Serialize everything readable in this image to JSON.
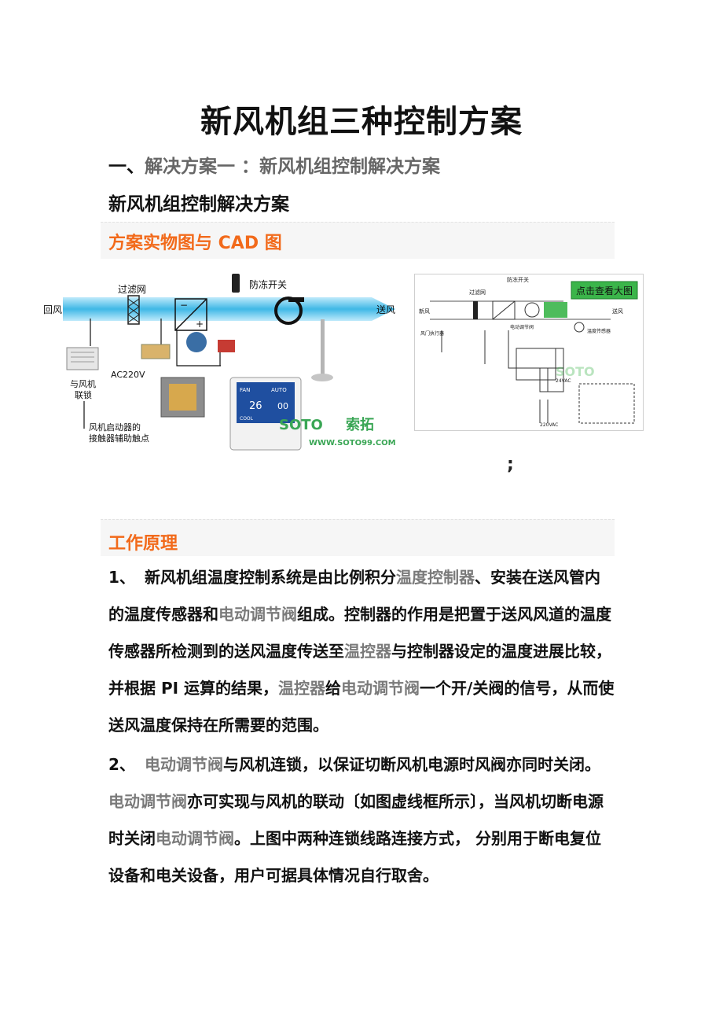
{
  "doc": {
    "title": "新风机组三种控制方案",
    "section1": {
      "prefix": "一、",
      "link_text": "解决方案一 ：新风机组控制解决方案"
    },
    "subtitle": "新风机组控制解决方案",
    "band1_label": "方案实物图与 CAD 图",
    "semicolon": ";",
    "band2_label": "工作原理"
  },
  "photo_diagram": {
    "return_air": "回风",
    "filter": "过滤网",
    "antifreeze_switch": "防冻开关",
    "supply_air": "送风",
    "interlock": "与风机联锁",
    "interlock_l1": "与风机",
    "interlock_l2": "联锁",
    "ac_voltage": "AC220V",
    "starter_l1": "风机启动器的",
    "starter_l2": "接触器辅助触点",
    "thermostat_mode1": "FAN",
    "thermostat_mode2": "AUTO",
    "thermostat_temp": "26",
    "thermostat_temp2": "00",
    "thermostat_cool": "COOL",
    "brand_logo": "SOTO",
    "brand_cn": "索拓",
    "brand_url": "WWW.SOTO99.COM"
  },
  "cad_diagram": {
    "button": "点击查看大图",
    "fresh_air": "新风",
    "supply_air": "送风",
    "filter": "过滤网",
    "antifreeze": "防冻开关",
    "damper": "风门执行器",
    "valve": "电动调节阀",
    "sensor": "温度传感器",
    "voltage_24": "24VAC",
    "voltage_220": "220VAC"
  },
  "content": {
    "p1": [
      {
        "t": "1、",
        "num": true
      },
      {
        "t": "新风机组温度控制系统是由比例积分"
      },
      {
        "t": "温度控制器",
        "g": true
      },
      {
        "t": "、安装在送风管内的温度传感器和"
      },
      {
        "t": "电动调节阀",
        "g": true
      },
      {
        "t": "组成。控制器的作用是把置于送风风道的温度传感器所检测到的送风温度传送至"
      },
      {
        "t": "温控器",
        "g": true
      },
      {
        "t": "与控制器设定的温度进展比较，并根据 PI 运算的结果，"
      },
      {
        "t": "温控器",
        "g": true
      },
      {
        "t": "给"
      },
      {
        "t": "电动调节阀",
        "g": true
      },
      {
        "t": "一个开/关阀的信号，从而使送风温度保持在所需要的范围。"
      }
    ],
    "p2": [
      {
        "t": "2、",
        "num": true
      },
      {
        "t": "电动调节阀",
        "g": true
      },
      {
        "t": "与风机连锁，以保证切断风机电源时风阀亦同时关闭。"
      },
      {
        "t": "电动调节阀",
        "g": true
      },
      {
        "t": "亦可实现与风机的联动〔如图虚线框所示〕，当风机切断电源时关闭"
      },
      {
        "t": "电动调节阀",
        "g": true
      },
      {
        "t": "。上图中两种连锁线路连接方式， 分别用于断电复位设备和电关设备，用户可据具体情况自行取舍。"
      }
    ]
  },
  "colors": {
    "accent_orange": "#f26a1b",
    "link_gray": "#7a7a7a",
    "duct_blue": "#3fb8e6",
    "cad_button_green": "#3bb54a"
  }
}
